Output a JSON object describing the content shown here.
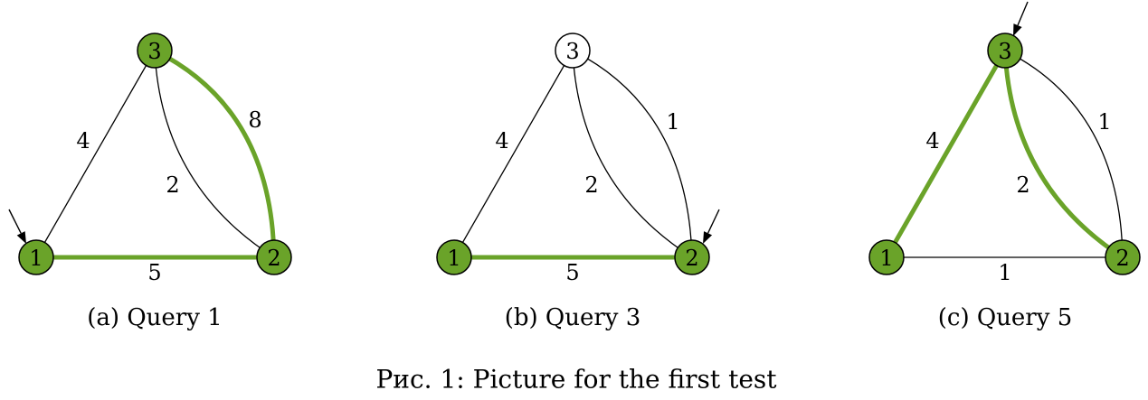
{
  "colors": {
    "highlight": "#6aa329",
    "node_selected": "#6aa329",
    "node_unselected": "#ffffff",
    "line": "#000000"
  },
  "panels": [
    {
      "subcaption": "(a) Query 1",
      "nodes": [
        {
          "id": "1",
          "label": "1",
          "selected": true
        },
        {
          "id": "2",
          "label": "2",
          "selected": true
        },
        {
          "id": "3",
          "label": "3",
          "selected": true
        }
      ],
      "edges": [
        {
          "from": "1",
          "to": "3",
          "weight": "4",
          "highlighted": false
        },
        {
          "from": "3",
          "to": "2",
          "weight": "2",
          "highlighted": false
        },
        {
          "from": "3",
          "to": "2",
          "weight": "8",
          "highlighted": true
        },
        {
          "from": "1",
          "to": "2",
          "weight": "5",
          "highlighted": true
        }
      ],
      "arrow_at": "1"
    },
    {
      "subcaption": "(b) Query 3",
      "nodes": [
        {
          "id": "1",
          "label": "1",
          "selected": true
        },
        {
          "id": "2",
          "label": "2",
          "selected": true
        },
        {
          "id": "3",
          "label": "3",
          "selected": false
        }
      ],
      "edges": [
        {
          "from": "1",
          "to": "3",
          "weight": "4",
          "highlighted": false
        },
        {
          "from": "3",
          "to": "2",
          "weight": "2",
          "highlighted": false
        },
        {
          "from": "3",
          "to": "2",
          "weight": "1",
          "highlighted": false
        },
        {
          "from": "1",
          "to": "2",
          "weight": "5",
          "highlighted": true
        }
      ],
      "arrow_at": "2"
    },
    {
      "subcaption": "(c) Query 5",
      "nodes": [
        {
          "id": "1",
          "label": "1",
          "selected": true
        },
        {
          "id": "2",
          "label": "2",
          "selected": true
        },
        {
          "id": "3",
          "label": "3",
          "selected": true
        }
      ],
      "edges": [
        {
          "from": "1",
          "to": "3",
          "weight": "4",
          "highlighted": true
        },
        {
          "from": "3",
          "to": "2",
          "weight": "2",
          "highlighted": true
        },
        {
          "from": "3",
          "to": "2",
          "weight": "1",
          "highlighted": false
        },
        {
          "from": "1",
          "to": "2",
          "weight": "1",
          "highlighted": false
        }
      ],
      "arrow_at": "3"
    }
  ],
  "caption": "Рис. 1: Picture for the first test"
}
